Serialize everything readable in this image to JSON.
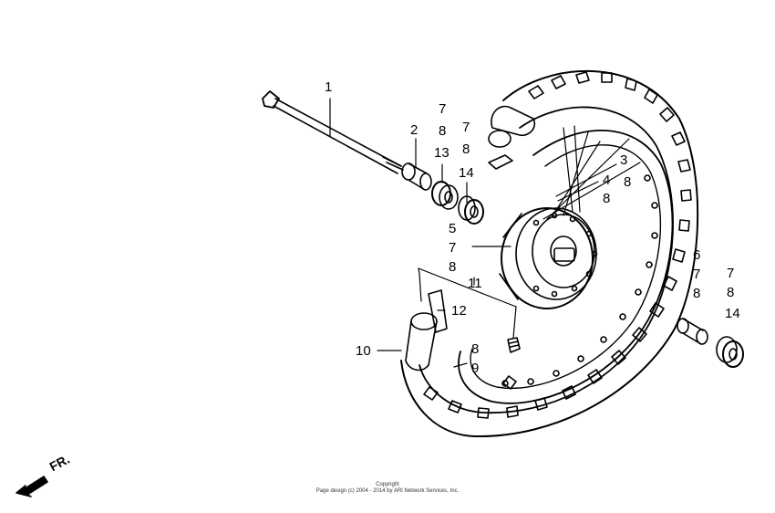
{
  "callouts": {
    "c1": "1",
    "c2": "2",
    "c13": "13",
    "c14": "14",
    "c7a": "7",
    "c8a": "8",
    "c7b": "7",
    "c8b": "8",
    "c3": "3",
    "c8c": "8",
    "c4": "4",
    "c8d": "8",
    "c5": "5",
    "c7c": "7",
    "c8e": "8",
    "c11": "11",
    "c12": "12",
    "c10": "10",
    "c8f": "8",
    "c9": "9",
    "c6": "6",
    "c7d": "7",
    "c8g": "8",
    "c7e": "7",
    "c8h": "8",
    "c14b": "14"
  },
  "front_indicator": "FR.",
  "copyright": {
    "line1": "Copyright",
    "line2": "Page design (c) 2004 - 2014 by ARI Network Services, Inc."
  }
}
